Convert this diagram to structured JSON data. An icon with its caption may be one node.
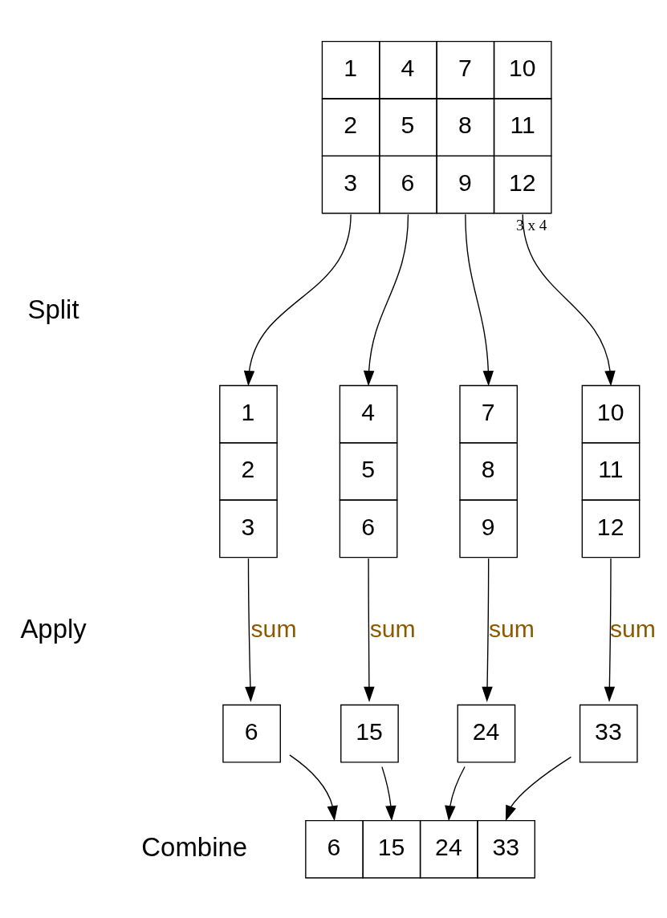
{
  "diagram": {
    "nodes": [
      {
        "text": [
          "1",
          "4",
          "7",
          "10",
          "2",
          "5",
          "8",
          "11",
          "3",
          "6",
          "9",
          "12"
        ],
        "beside": [
          "3 x 4"
        ]
      },
      {
        "text": [
          "1",
          "2",
          "3"
        ]
      },
      {
        "text": [
          "4",
          "5",
          "6"
        ]
      },
      {
        "text": [
          "7",
          "8",
          "9"
        ]
      },
      {
        "text": [
          "10",
          "11",
          "12"
        ]
      },
      {
        "text": [
          "6"
        ]
      },
      {
        "text": [
          "15"
        ]
      },
      {
        "text": [
          "24"
        ]
      },
      {
        "text": [
          "33"
        ]
      },
      {
        "text": [
          "6",
          "15",
          "24",
          "33"
        ]
      }
    ],
    "edges": [
      {
        "from": 0,
        "to": 1,
        "arrow": "to"
      },
      {
        "from": 0,
        "to": 2,
        "arrow": "to"
      },
      {
        "from": 0,
        "to": 3,
        "arrow": "to"
      },
      {
        "from": 0,
        "to": 4,
        "arrow": "to"
      },
      {
        "from": 1,
        "to": 5,
        "arrow": "to",
        "label": "sum"
      },
      {
        "from": 2,
        "to": 6,
        "arrow": "to",
        "label": "sum"
      },
      {
        "from": 3,
        "to": 7,
        "arrow": "to",
        "label": "sum"
      },
      {
        "from": 4,
        "to": 8,
        "arrow": "to",
        "label": "sum"
      },
      {
        "from": 5,
        "to": 9,
        "arrow": "to"
      },
      {
        "from": 6,
        "to": 9,
        "arrow": "to"
      },
      {
        "from": 7,
        "to": 9,
        "arrow": "to"
      },
      {
        "from": 8,
        "to": 9,
        "arrow": "to"
      }
    ],
    "labels": [
      "Split",
      "Apply",
      "Combine"
    ]
  }
}
